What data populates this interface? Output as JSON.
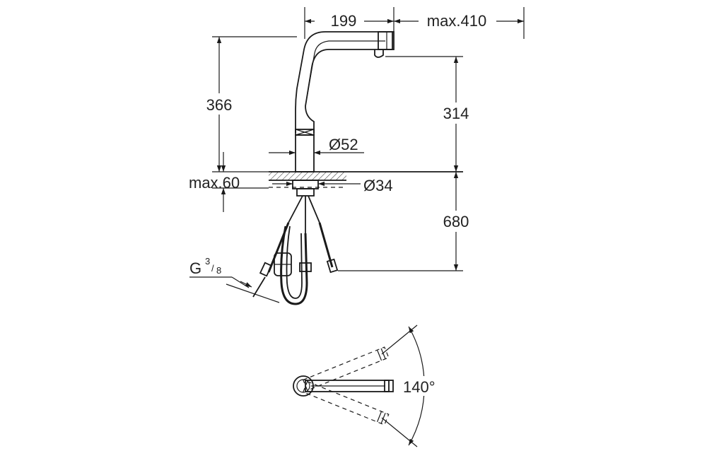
{
  "dimensions": {
    "spout_reach": "199",
    "max_reach": "max.410",
    "total_height": "366",
    "spout_height": "314",
    "body_diameter": "Ø52",
    "max_deck_thickness": "max.60",
    "hole_diameter": "Ø34",
    "hose_length": "680",
    "connection_thread": "G",
    "thread_numerator": "3",
    "thread_denominator": "8",
    "swivel_angle": "140°"
  },
  "colors": {
    "line": "#1a1a1a",
    "background": "#ffffff"
  }
}
